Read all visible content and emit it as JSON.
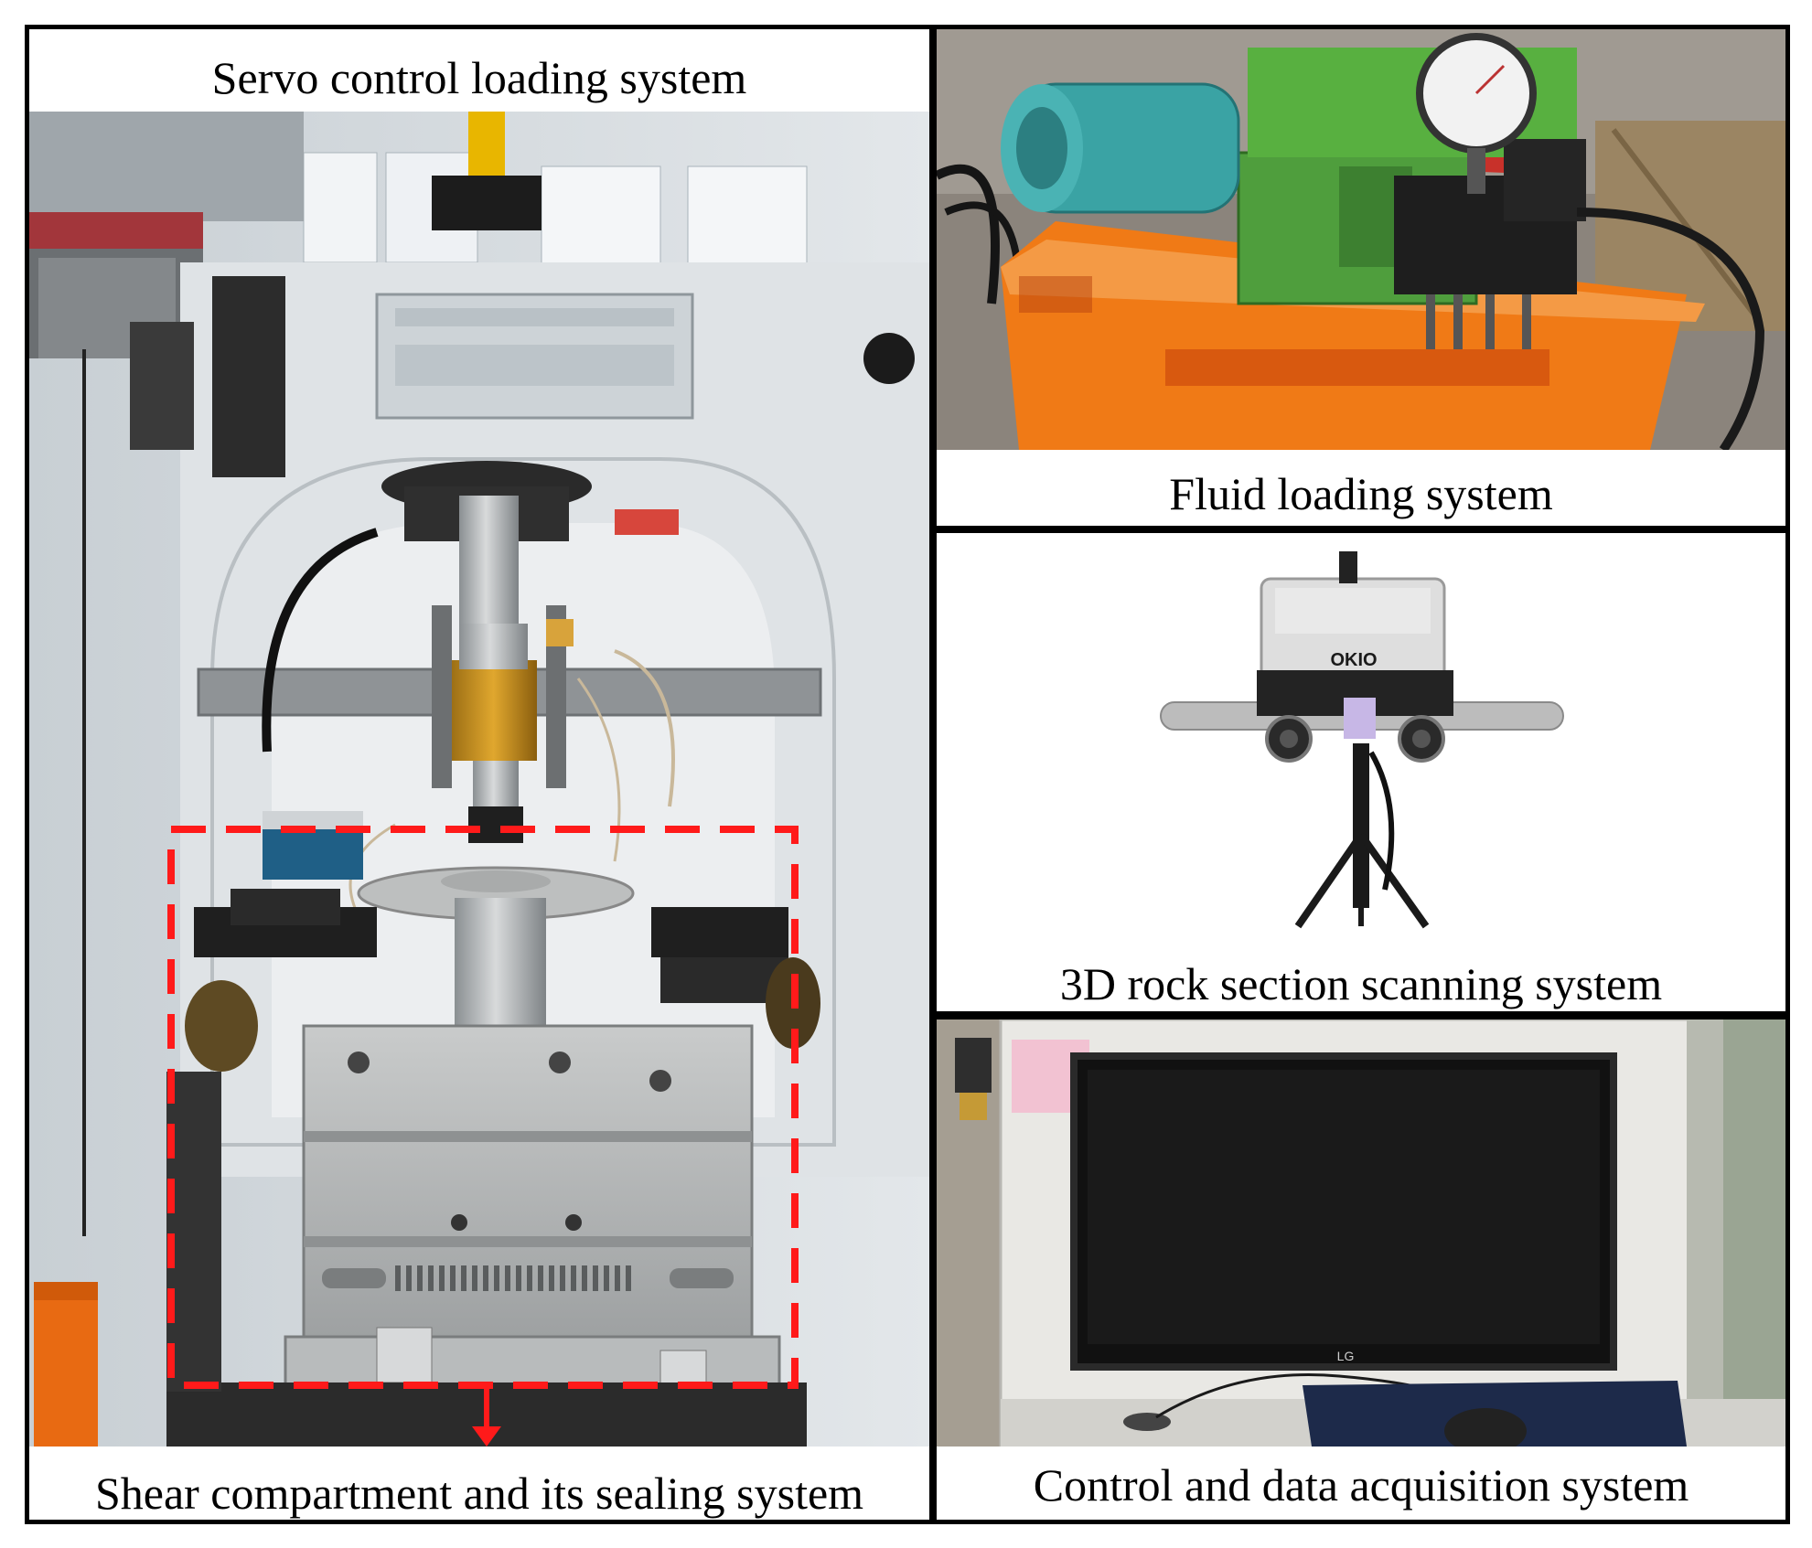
{
  "figure": {
    "panels": [
      {
        "id": "servo",
        "caption": "Servo control loading system"
      },
      {
        "id": "fluid",
        "caption": "Fluid loading system"
      },
      {
        "id": "scanner",
        "caption": "3D rock section scanning system"
      },
      {
        "id": "control",
        "caption": "Control and data acquisition system"
      }
    ],
    "bottom_caption": "Shear compartment and its sealing system",
    "annotation": {
      "kind": "dashed-rectangle-with-arrow",
      "color": "#ff1a1a"
    },
    "photo_text": {
      "scanner_logo": "OKIO",
      "monitor_logo": "LG"
    }
  }
}
